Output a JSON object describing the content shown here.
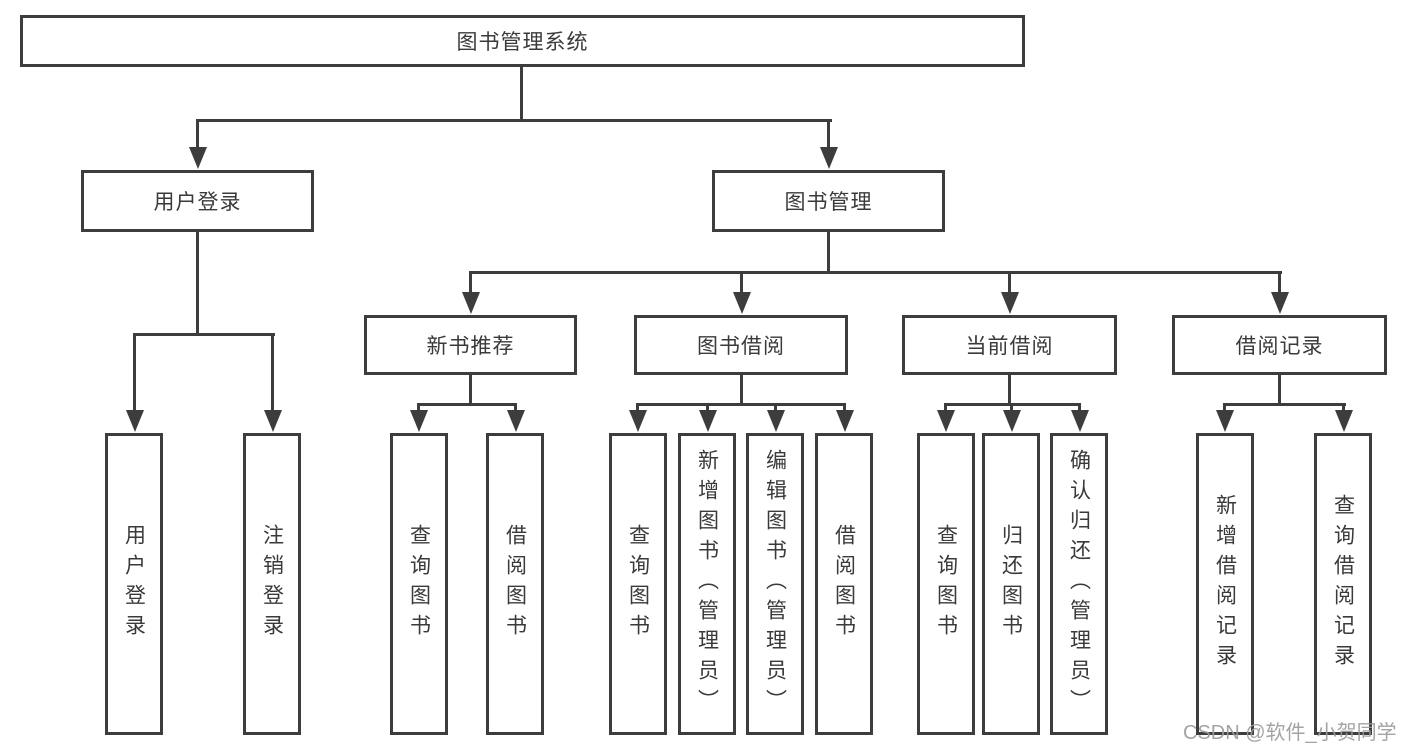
{
  "diagram_title": "图书管理系统",
  "tree": {
    "root": {
      "label": "图书管理系统"
    },
    "branches": [
      {
        "label": "用户登录",
        "children": [
          {
            "label": "用户登录"
          },
          {
            "label": "注销登录"
          }
        ]
      },
      {
        "label": "图书管理",
        "children": [
          {
            "label": "新书推荐",
            "children": [
              {
                "label": "查询图书"
              },
              {
                "label": "借阅图书"
              }
            ]
          },
          {
            "label": "图书借阅",
            "children": [
              {
                "label": "查询图书"
              },
              {
                "label": "新增图书（管理员）"
              },
              {
                "label": "编辑图书（管理员）"
              },
              {
                "label": "借阅图书"
              }
            ]
          },
          {
            "label": "当前借阅",
            "children": [
              {
                "label": "查询图书"
              },
              {
                "label": "归还图书"
              },
              {
                "label": "确认归还（管理员）"
              }
            ]
          },
          {
            "label": "借阅记录",
            "children": [
              {
                "label": "新增借阅记录"
              },
              {
                "label": "查询借阅记录"
              }
            ]
          }
        ]
      }
    ]
  },
  "watermark": {
    "text": "CSDN @软件_小贺同学",
    "color": "#9c9c9c"
  },
  "colors": {
    "line": "#3d3d3d",
    "text": "#3a3a3a",
    "background": "#ffffff"
  }
}
